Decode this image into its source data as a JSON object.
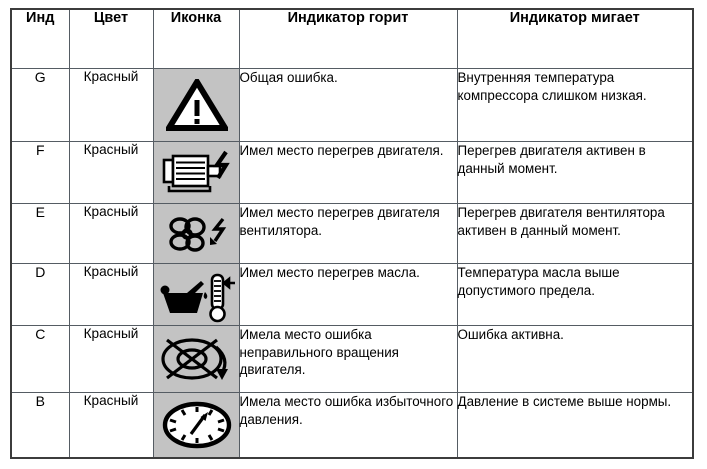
{
  "table": {
    "columns": [
      {
        "key": "ind",
        "label": "Инд"
      },
      {
        "key": "color",
        "label": "Цвет"
      },
      {
        "key": "icon",
        "label": "Иконка"
      },
      {
        "key": "on",
        "label": "Индикатор горит"
      },
      {
        "key": "blink",
        "label": "Индикатор мигает"
      }
    ],
    "rows": [
      {
        "ind": "G",
        "color": "Красный",
        "icon": "warning-triangle-icon",
        "on": "Общая ошибка.",
        "blink": "Внутренняя температура компрессора слишком низкая."
      },
      {
        "ind": "F",
        "color": "Красный",
        "icon": "motor-overheat-icon",
        "on": "Имел место перегрев двигателя.",
        "blink": "Перегрев двигателя активен в данный момент."
      },
      {
        "ind": "E",
        "color": "Красный",
        "icon": "fan-motor-overheat-icon",
        "on": "Имел место перегрев двигателя вентилятора.",
        "blink": "Перегрев двигателя вентилятора активен в данный момент."
      },
      {
        "ind": "D",
        "color": "Красный",
        "icon": "oil-temperature-icon",
        "on": "Имел место перегрев масла.",
        "blink": "Температура масла выше допустимого предела."
      },
      {
        "ind": "C",
        "color": "Красный",
        "icon": "wrong-rotation-icon",
        "on": "Имела место ошибка неправильного вращения двигателя.",
        "blink": "Ошибка активна."
      },
      {
        "ind": "B",
        "color": "Красный",
        "icon": "overpressure-gauge-icon",
        "on": "Имела место ошибка избыточного давления.",
        "blink": "Давление в системе выше нормы."
      }
    ]
  },
  "colors": {
    "border": "#555c63",
    "outer_border": "#3c3c3c",
    "icon_background": "#c3c3c3",
    "text": "#000000",
    "page_background": "#ffffff"
  }
}
